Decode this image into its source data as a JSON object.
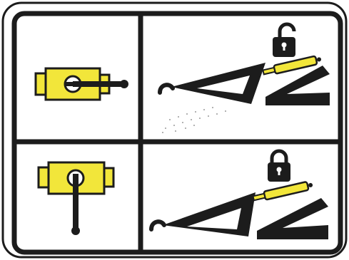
{
  "label": {
    "background": "#ffffff",
    "frame_color": "#1c1c1c",
    "accent_color": "#f2e63a",
    "panels": [
      {
        "id": "valve-open",
        "icon": "valve-lever-horizontal-icon"
      },
      {
        "id": "hitch-unlocked",
        "icon": "hitch-unlocked-icon",
        "lock_state": "unlocked",
        "lock_icon": "padlock-open-icon"
      },
      {
        "id": "valve-closed",
        "icon": "valve-lever-vertical-icon"
      },
      {
        "id": "hitch-locked",
        "icon": "hitch-locked-icon",
        "lock_state": "locked",
        "lock_icon": "padlock-closed-icon"
      }
    ]
  }
}
